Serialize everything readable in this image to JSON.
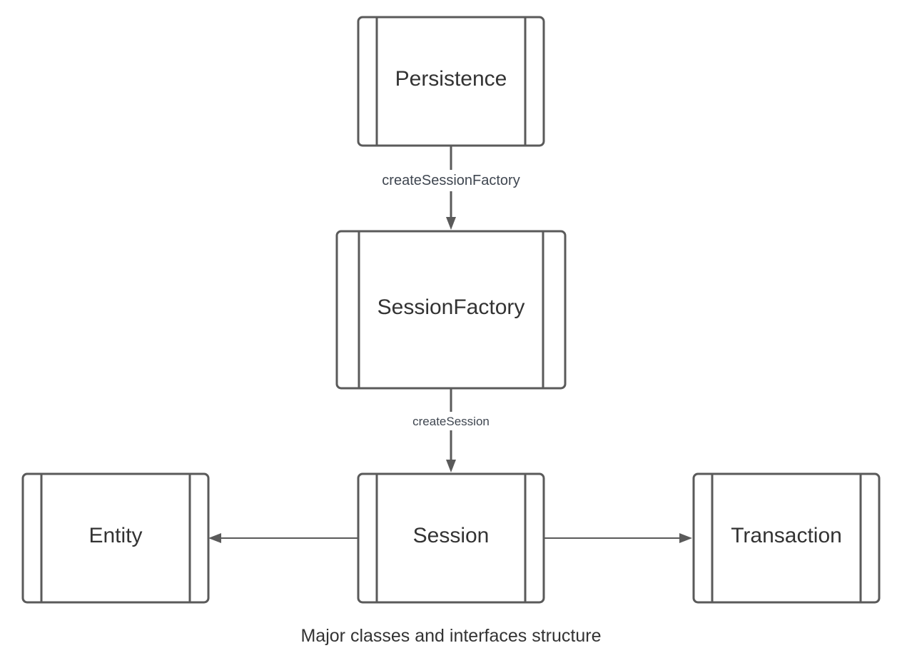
{
  "diagram": {
    "nodes": {
      "persistence": "Persistence",
      "session_factory": "SessionFactory",
      "session": "Session",
      "entity": "Entity",
      "transaction": "Transaction"
    },
    "edges": {
      "persistence_to_factory": "createSessionFactory",
      "factory_to_session": "createSession"
    },
    "caption": "Major classes and interfaces structure"
  },
  "colors": {
    "stroke": "#5a5a5a",
    "text": "#333333",
    "edge_text": "#3f4650"
  }
}
